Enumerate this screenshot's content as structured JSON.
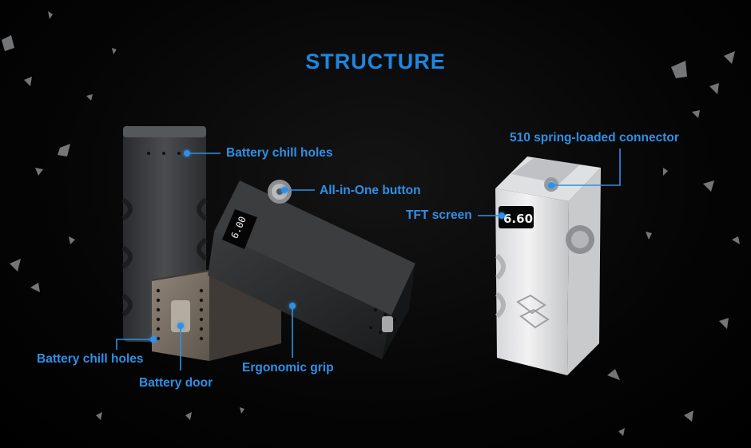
{
  "title": "STRUCTURE",
  "labels": {
    "battery_chill_holes_top": "Battery chill holes",
    "all_in_one_button": "All-in-One button",
    "battery_chill_holes_bottom": "Battery chill holes",
    "battery_door": "Battery door",
    "ergonomic_grip": "Ergonomic grip",
    "connector_510": "510 spring-loaded connector",
    "tft_screen": "TFT screen"
  },
  "screens": {
    "dark_device_reading": "6.00",
    "white_device_reading": "6.60"
  },
  "colors": {
    "accent": "#2f90e6",
    "title": "#1e86e0",
    "background": "#000000"
  }
}
